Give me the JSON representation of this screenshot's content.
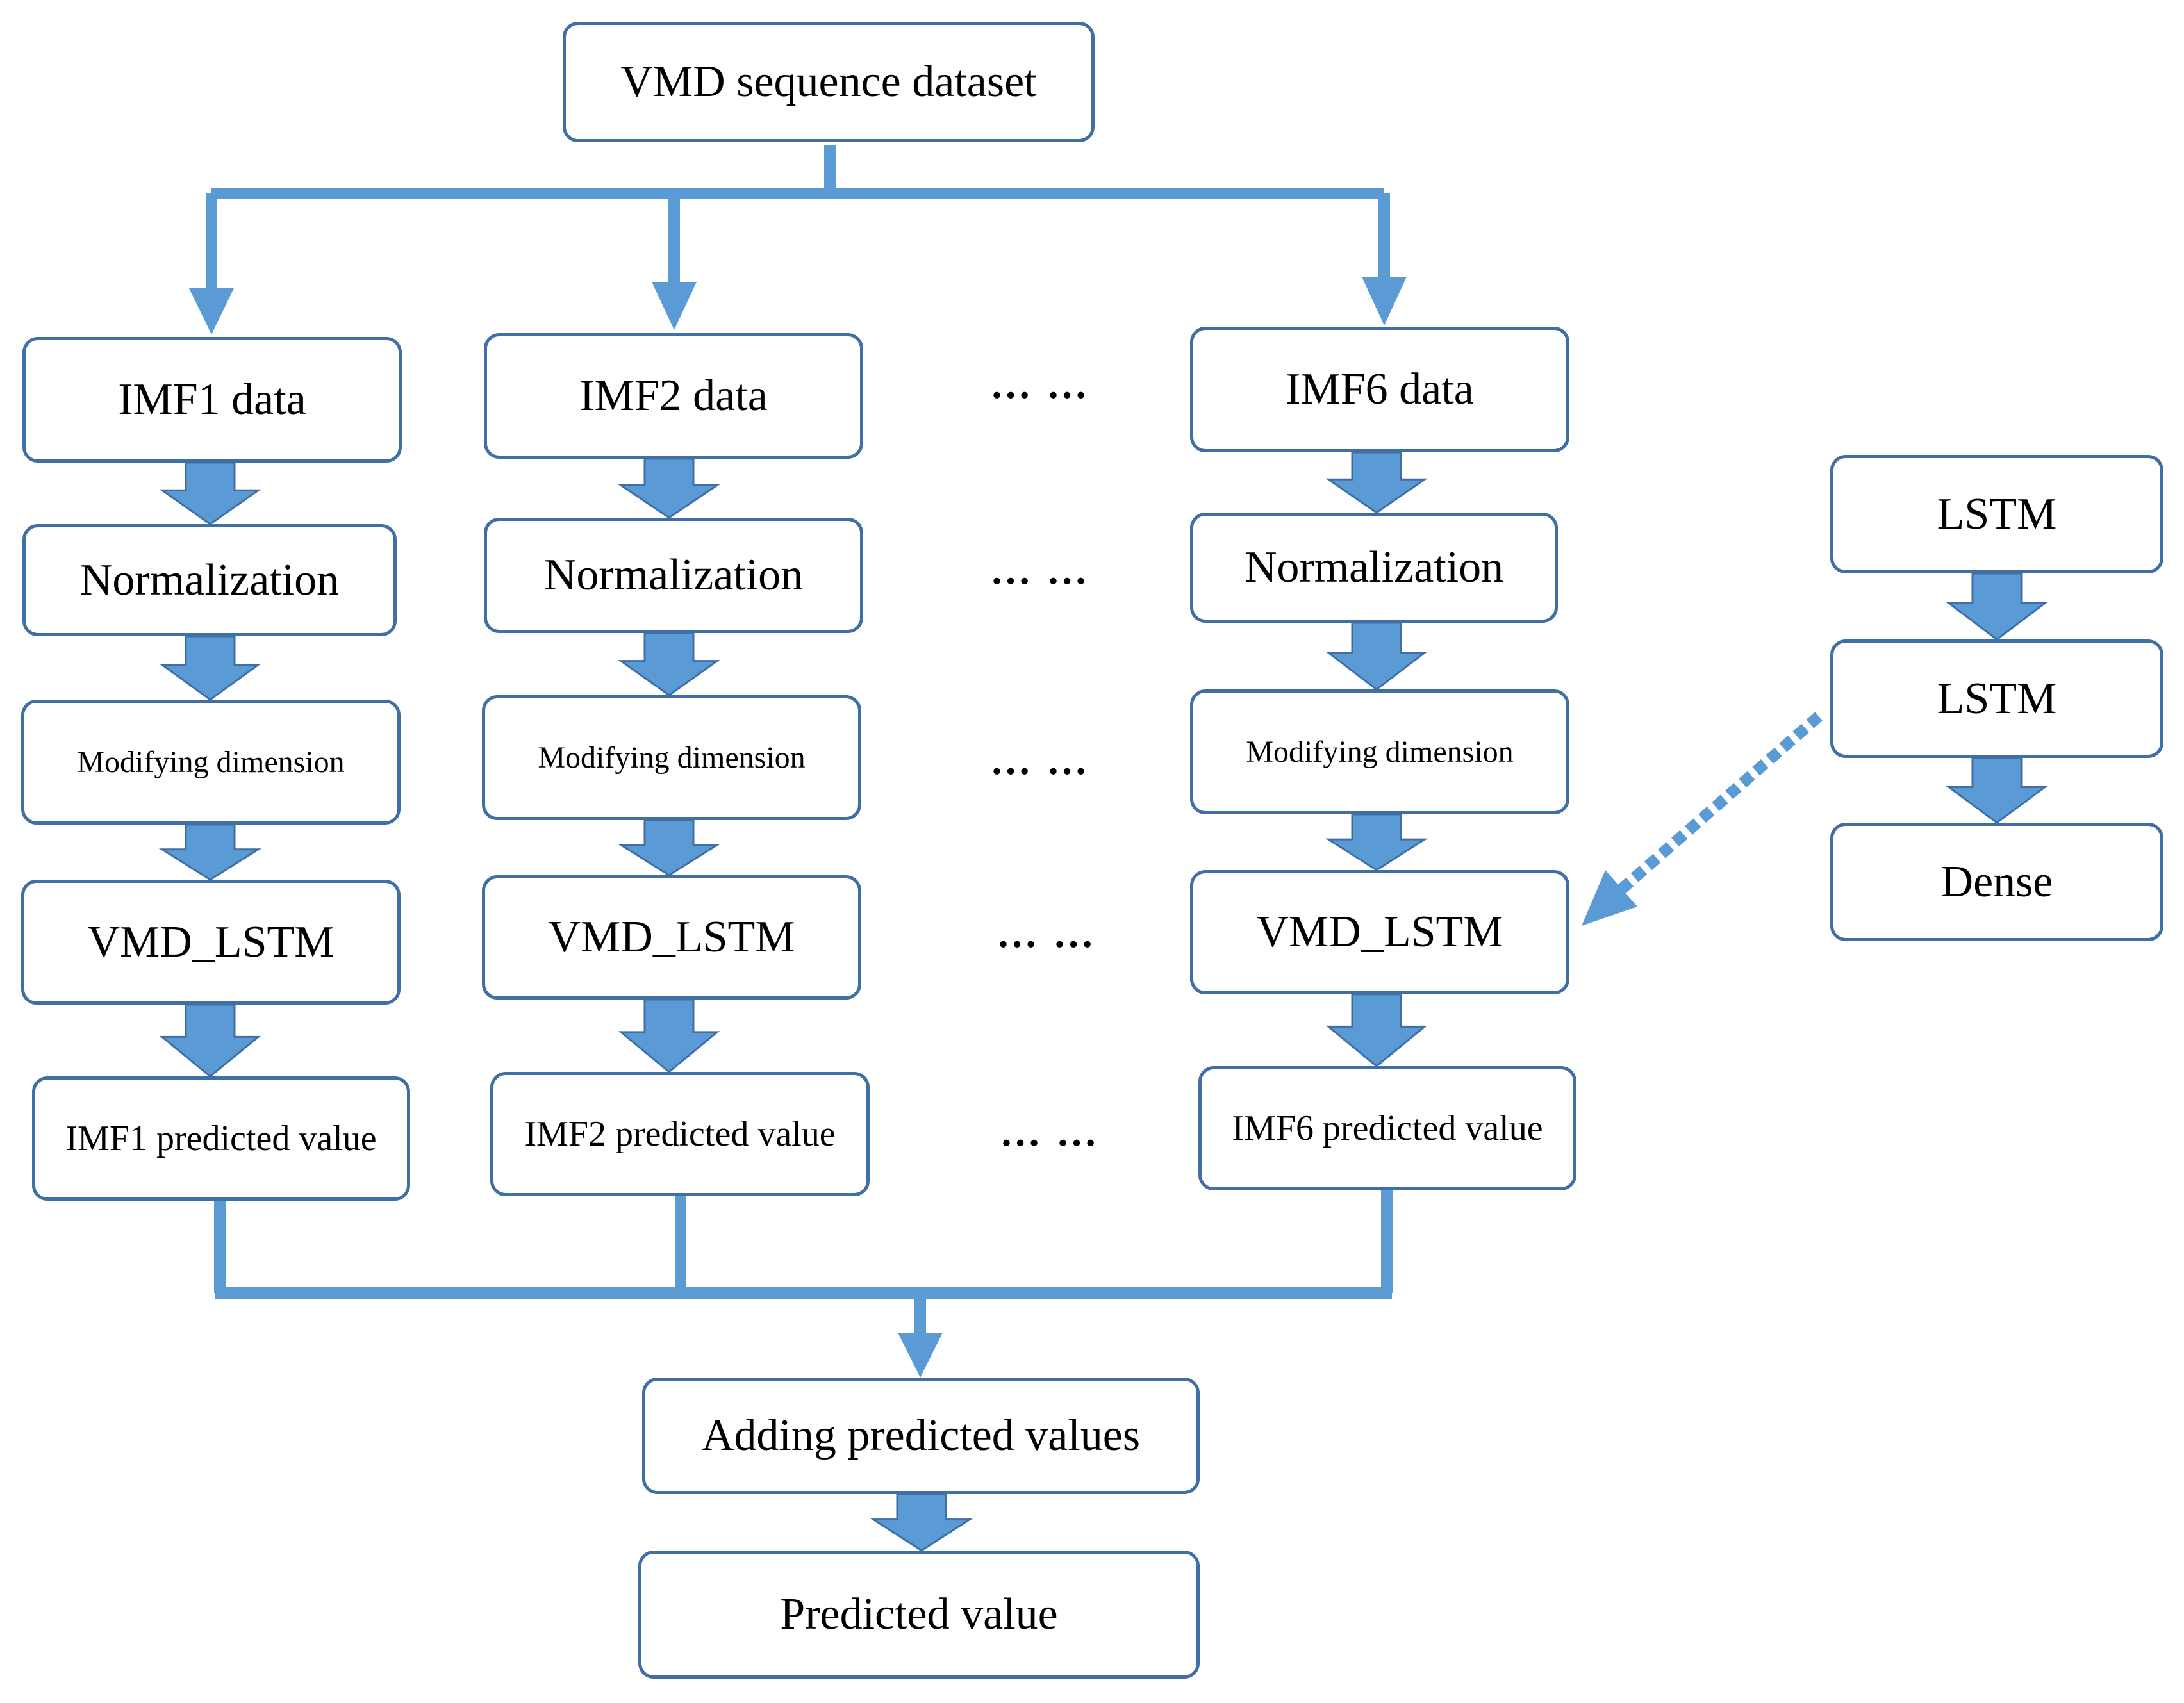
{
  "top": {
    "label": "VMD sequence dataset"
  },
  "columns": [
    {
      "data": "IMF1 data",
      "norm": "Normalization",
      "modify": "Modifying dimension",
      "model": "VMD_LSTM",
      "pred": "IMF1 predicted value"
    },
    {
      "data": "IMF2 data",
      "norm": "Normalization",
      "modify": "Modifying dimension",
      "model": "VMD_LSTM",
      "pred": "IMF2 predicted value"
    },
    {
      "data": "IMF6 data",
      "norm": "Normalization",
      "modify": "Modifying dimension",
      "model": "VMD_LSTM",
      "pred": "IMF6 predicted value"
    }
  ],
  "ellipsis": "… …",
  "sum": {
    "label": "Adding predicted values"
  },
  "final": {
    "label": "Predicted value"
  },
  "model_arch": {
    "layer1": "LSTM",
    "layer2": "LSTM",
    "layer3": "Dense"
  },
  "colors": {
    "arrow": "#5b9bd5",
    "arrow_border": "#3f6fa5",
    "box_border": "#3f6fa5"
  }
}
